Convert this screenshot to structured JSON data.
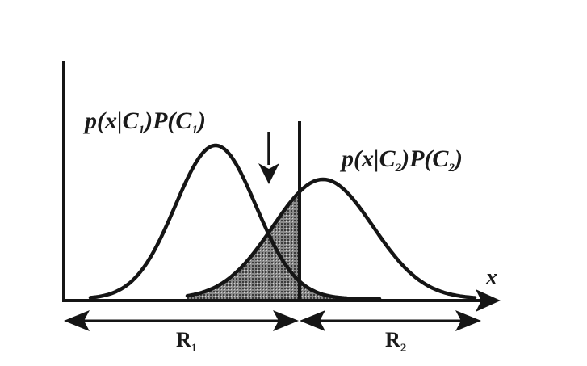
{
  "diagram": {
    "curve1_label": {
      "main": "p(x|C",
      "sub": "1",
      "mid": ")P(C",
      "sub2": "1",
      "end": ")"
    },
    "curve2_label": {
      "main": "p(x|C",
      "sub": "2",
      "mid": ")P(C",
      "sub2": "2",
      "end": ")"
    },
    "x_axis_label": "x",
    "region1": {
      "main": "R",
      "sub": "1"
    },
    "region2": {
      "main": "R",
      "sub": "2"
    },
    "colors": {
      "ink": "#151515",
      "shade": "#6e6e6e",
      "background": "#ffffff"
    }
  }
}
